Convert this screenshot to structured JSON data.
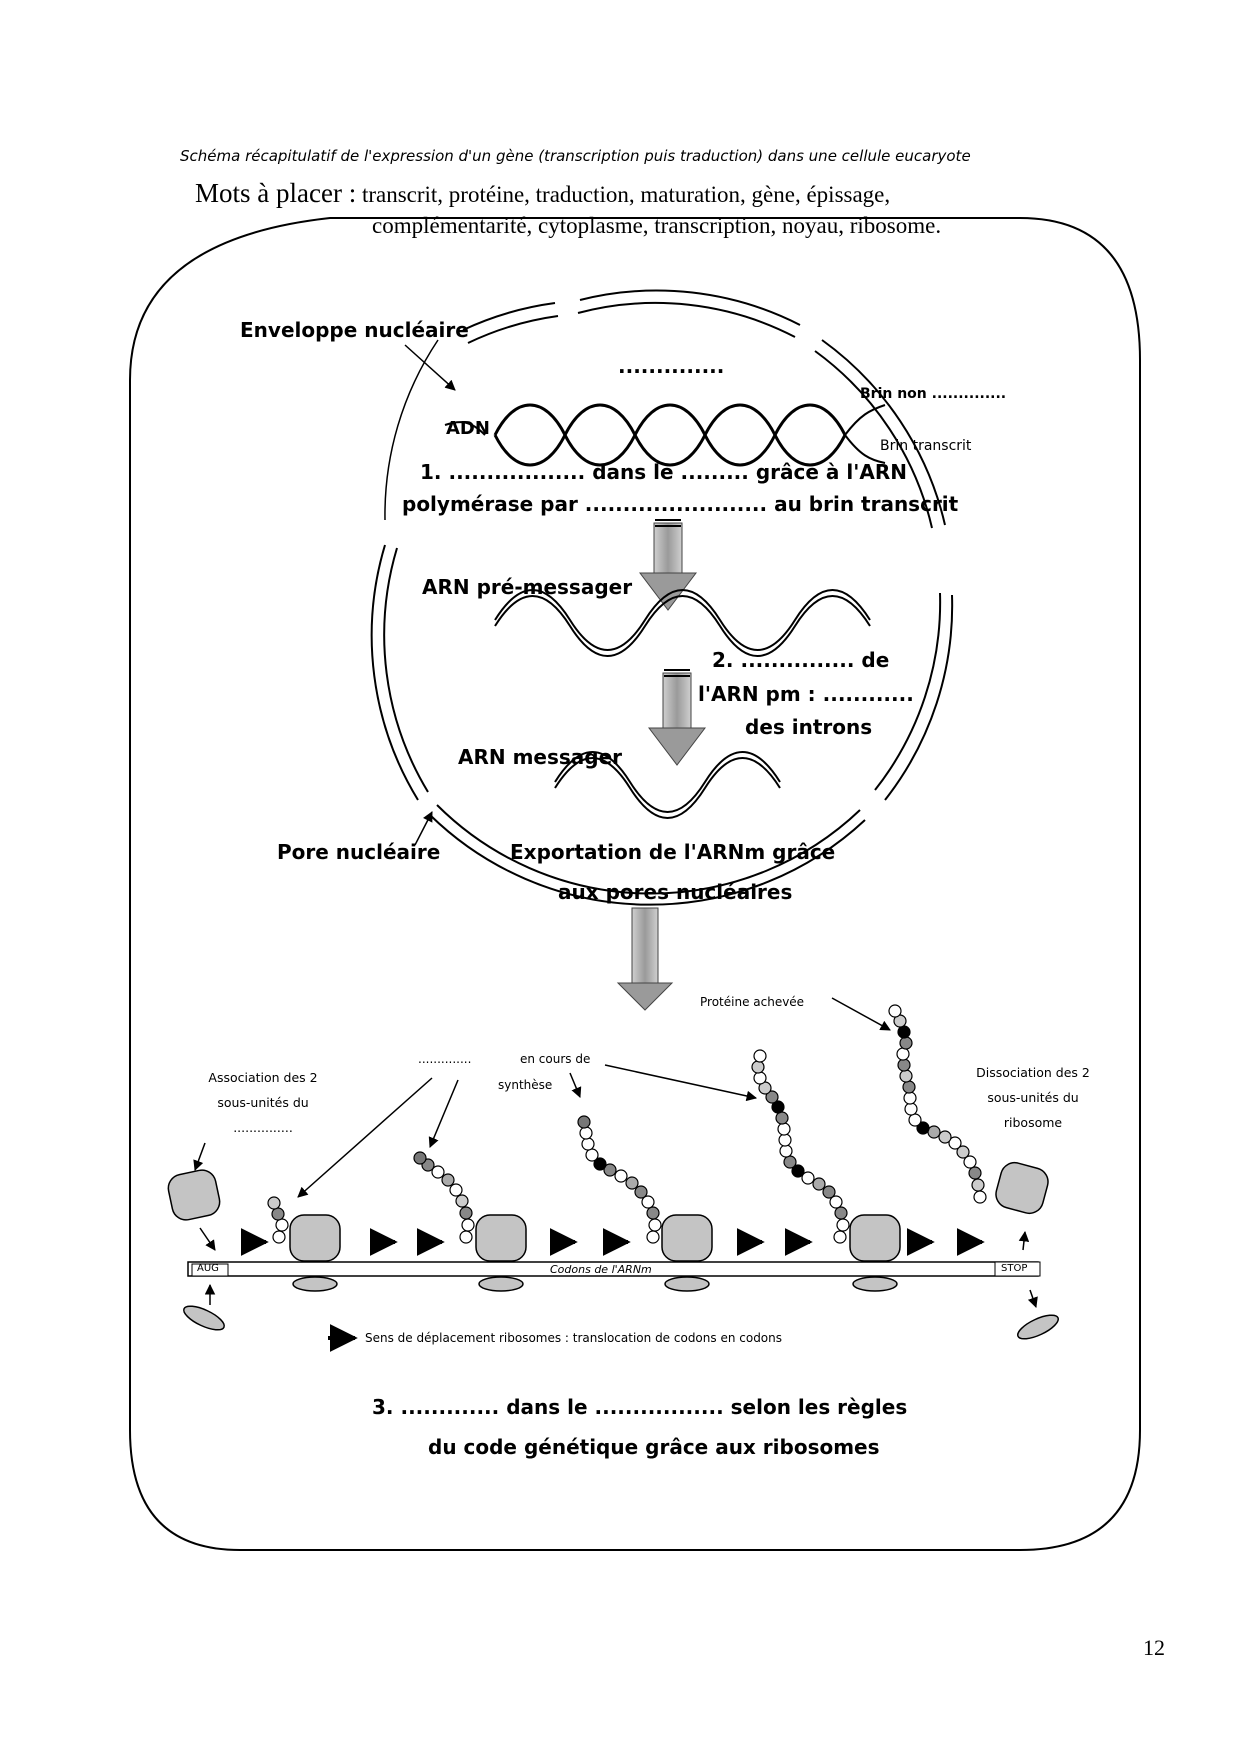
{
  "header": {
    "caption": "Schéma récapitulatif de l'expression d'un gène (transcription puis traduction) dans une cellule eucaryote",
    "words_label": "Mots à placer :",
    "words_line1": "transcrit, protéine, traduction, maturation, gène, épissage,",
    "words_line2": "complémentarité, cytoplasme, transcription, noyau, ribosome."
  },
  "nucleus": {
    "envelope_label": "Enveloppe nucléaire",
    "top_blank": "..............",
    "dna_label": "ADN",
    "strand_non": "Brin non ..............",
    "strand_transcribed": "Brin transcrit",
    "step1_line1": "1. .................. dans le ......... grâce à l'ARN",
    "step1_line2": "polymérase par ........................ au brin transcrit",
    "pre_mrna_label": "ARN pré-messager",
    "step2_line1": "2. ............... de",
    "step2_line2": "l'ARN pm : ............",
    "step2_line3": "des introns",
    "mrna_label": "ARN messager",
    "pore_label": "Pore nucléaire",
    "export_line1": "Exportation de l'ARNm grâce",
    "export_line2": "aux pores nucléaires"
  },
  "translation": {
    "protein_done": "Protéine achevée",
    "synthesis_blank": "..............",
    "synthesis_text1": "en cours de",
    "synthesis_text2": "synthèse",
    "association_line1": "Association des 2",
    "association_line2": "sous-unités du",
    "association_line3": "...............",
    "dissociation_line1": "Dissociation des 2",
    "dissociation_line2": "sous-unités du",
    "dissociation_line3": "ribosome",
    "aug": "AUG",
    "stop": "STOP",
    "codons_label": "Codons de l'ARNm",
    "direction_legend": "Sens de déplacement ribosomes : translocation de codons en codons",
    "step3_line1": "3. ............. dans le ................. selon les règles",
    "step3_line2": "du code génétique grâce aux ribosomes"
  },
  "page_number": "12"
}
